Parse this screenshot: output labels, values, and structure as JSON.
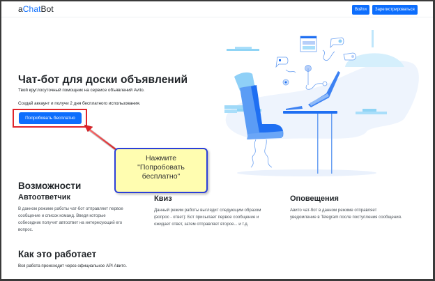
{
  "navbar": {
    "brand_prefix": "a",
    "brand_accent": "Chat",
    "brand_suffix": "Bot",
    "login_label": "Войти",
    "register_label": "Зарегистрироваться"
  },
  "hero": {
    "title": "Чат-бот для доски объявлений",
    "subtitle": "Твой круглосуточный помощник на сервисе объявлений Avito.",
    "cta_text": "Создай аккаунт и получи 2 дня бесплатного использования.",
    "cta_button": "Попробовать бесплатно"
  },
  "callout": {
    "line1": "Нажмите",
    "line2": "\"Попробовать",
    "line3": "бесплатно\""
  },
  "features": {
    "title": "Возможности",
    "items": [
      {
        "title": "Автоответчик",
        "lines": [
          "В данном режиме работы чат-бот отправляет первое",
          "сообщение и список команд. Введя которые",
          "собеседник получит автоответ на интересующий его",
          "вопрос."
        ]
      },
      {
        "title": "Квиз",
        "lines": [
          "Данный режим работы выглядит следующим образом",
          "(вопрос - ответ): Бот присылает первое сообщение и",
          "ожидает ответ, затем отправляет второе... и т.д."
        ]
      },
      {
        "title": "Оповещения",
        "lines": [
          "Авито чат-бот в данном режиме отправляет",
          "уведомление в Telegram после поступления сообщения."
        ]
      }
    ]
  },
  "how_it_works": {
    "title": "Как это работает",
    "text": "Вся работа происходит через официальное API Авито."
  },
  "colors": {
    "primary": "#0d6efd",
    "highlight_red": "#e0242a",
    "callout_bg": "#fffdb0",
    "callout_border": "#2b3fd8"
  },
  "icons": {
    "illustration": "person-desk-chatbot-illustration",
    "arrow": "red-arrow-pointer"
  }
}
